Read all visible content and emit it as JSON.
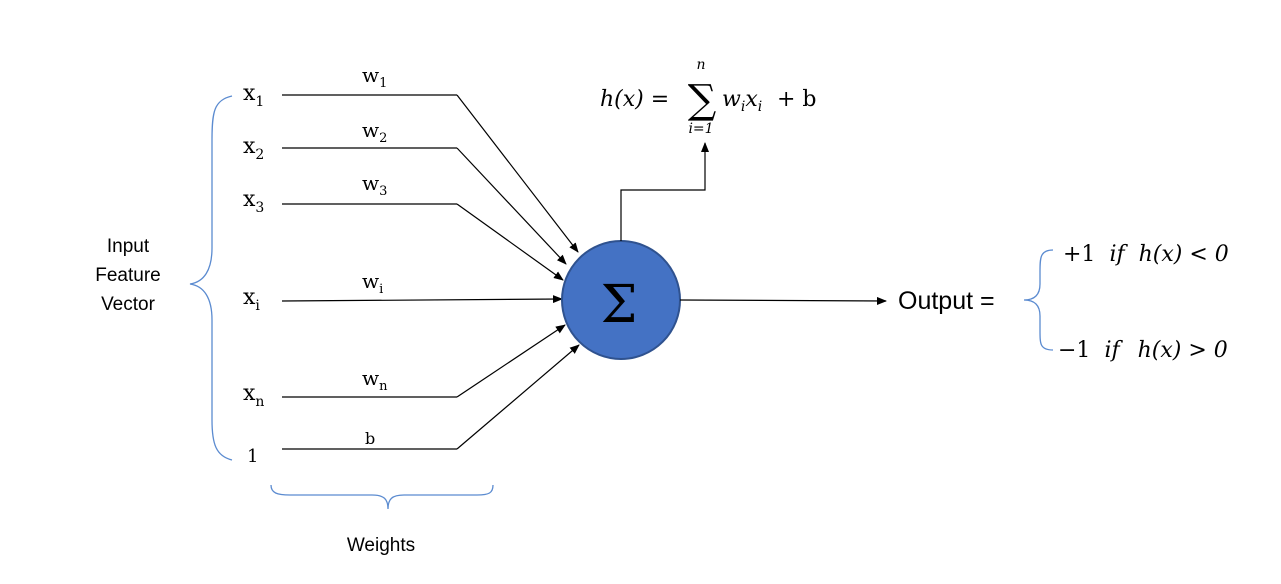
{
  "inputs": [
    {
      "base": "x",
      "sub": "1"
    },
    {
      "base": "x",
      "sub": "2"
    },
    {
      "base": "x",
      "sub": "3"
    },
    {
      "base": "x",
      "sub": "i"
    },
    {
      "base": "x",
      "sub": "n"
    },
    {
      "base": "1",
      "sub": ""
    }
  ],
  "weights": [
    {
      "base": "w",
      "sub": "1"
    },
    {
      "base": "w",
      "sub": "2"
    },
    {
      "base": "w",
      "sub": "3"
    },
    {
      "base": "w",
      "sub": "i"
    },
    {
      "base": "w",
      "sub": "n"
    },
    {
      "base": "b",
      "sub": ""
    }
  ],
  "input_label": [
    "Input",
    "Feature",
    "Vector"
  ],
  "weights_label": "Weights",
  "sum_symbol": "Σ",
  "formula": {
    "lhs": "h(x) =",
    "sigma": "∑",
    "upper": "n",
    "lower": "i=1",
    "w": "w",
    "w_sub": "i",
    "x": "x",
    "x_sub": "i",
    "plus_b": "+ b"
  },
  "output_label": "Output =",
  "cases": [
    {
      "value": "+1",
      "cond": "if",
      "expr": "h(x) < 0"
    },
    {
      "value": "−1",
      "cond": "if",
      "expr": "h(x) > 0"
    }
  ],
  "colors": {
    "node_fill": "#4472C4",
    "node_stroke": "#2F528F",
    "brace": "#5B8BD0",
    "line": "#000000"
  }
}
